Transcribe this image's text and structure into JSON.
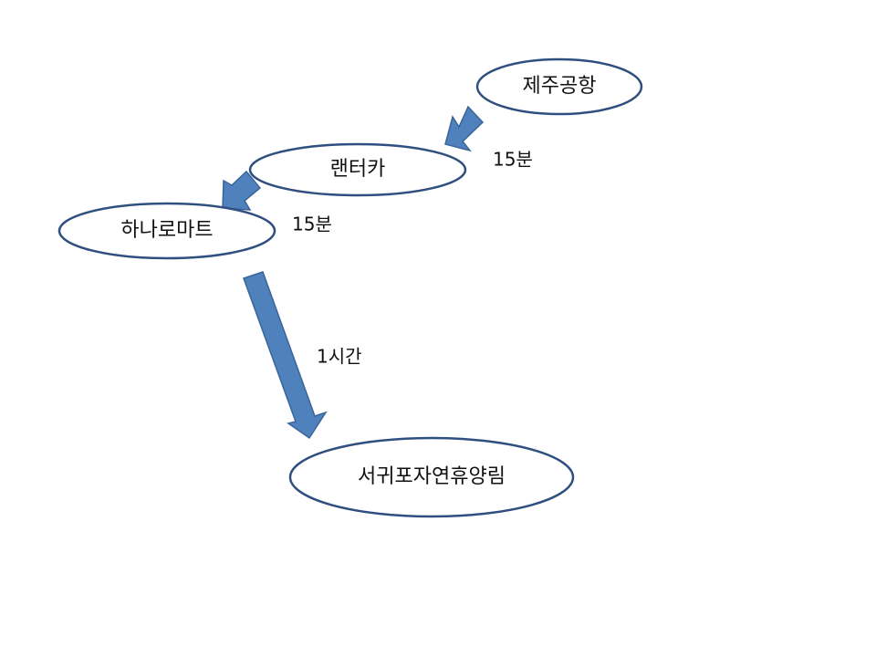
{
  "nodes": {
    "airport": "제주공항",
    "rentcar": "랜터카",
    "mart": "하나로마트",
    "forest": "서귀포자연휴양림"
  },
  "edges": {
    "airport_to_rentcar": "15분",
    "rentcar_to_mart": "15분",
    "mart_to_forest": "1시간"
  },
  "colors": {
    "arrow_fill": "#4f81bd",
    "node_stroke": "#2f4f7f"
  }
}
